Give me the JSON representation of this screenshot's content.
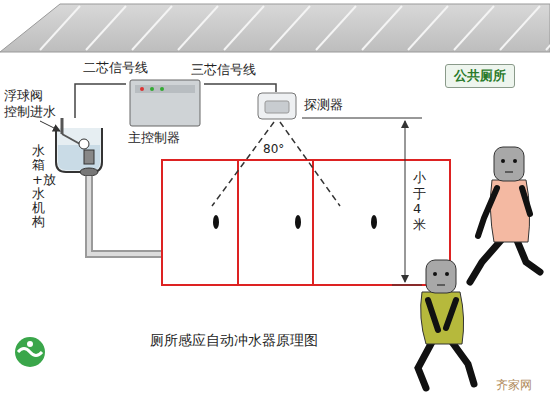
{
  "diagram": {
    "caption": "厕所感应自动冲水器原理图",
    "nodes": [
      {
        "text": [
          "公共厕所"
        ]
      },
      {
        "text": [
          "水箱+放水机构"
        ]
      },
      {
        "text": [
          "主控制器"
        ]
      },
      {
        "text": [
          "探测器"
        ]
      }
    ],
    "edges": [
      {
        "from": 1,
        "to": 2,
        "label": "二芯信号线",
        "arrow": "none"
      },
      {
        "from": 2,
        "to": 3,
        "label": "三芯信号线",
        "arrow": "none"
      }
    ],
    "labels": [
      "浮球阀 控制进水",
      "80°",
      "小于4米",
      "齐家网"
    ]
  }
}
